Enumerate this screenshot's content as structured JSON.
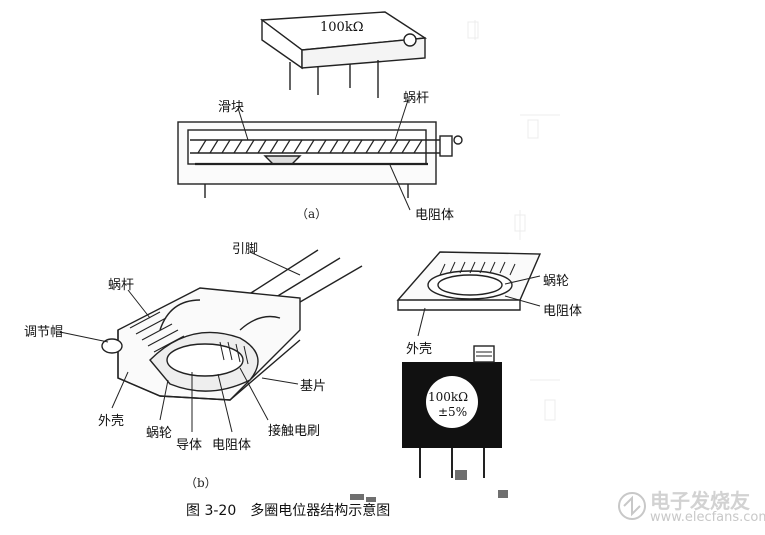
{
  "figure": {
    "caption": "图 3-20　多圈电位器结构示意图",
    "part_a": {
      "tag": "（a）",
      "resistor_value": "100kΩ",
      "labels": {
        "slider": "滑块",
        "worm": "蜗杆",
        "resistor_body": "电阻体"
      }
    },
    "part_b": {
      "tag": "（b）",
      "labels": {
        "pin": "引脚",
        "worm": "蜗杆",
        "adjust_cap": "调节帽",
        "shell": "外壳",
        "worm_wheel": "蜗轮",
        "conductor": "导体",
        "resistor_body": "电阻体",
        "contact_brush": "接触电刷",
        "substrate": "基片"
      }
    },
    "part_c": {
      "labels": {
        "worm_wheel": "蜗轮",
        "resistor_body": "电阻体",
        "shell": "外壳"
      },
      "value_line1": "100kΩ",
      "value_line2": "±5%"
    }
  },
  "watermark": {
    "brand": "电子发烧友",
    "url": "www.elecfans.com"
  }
}
